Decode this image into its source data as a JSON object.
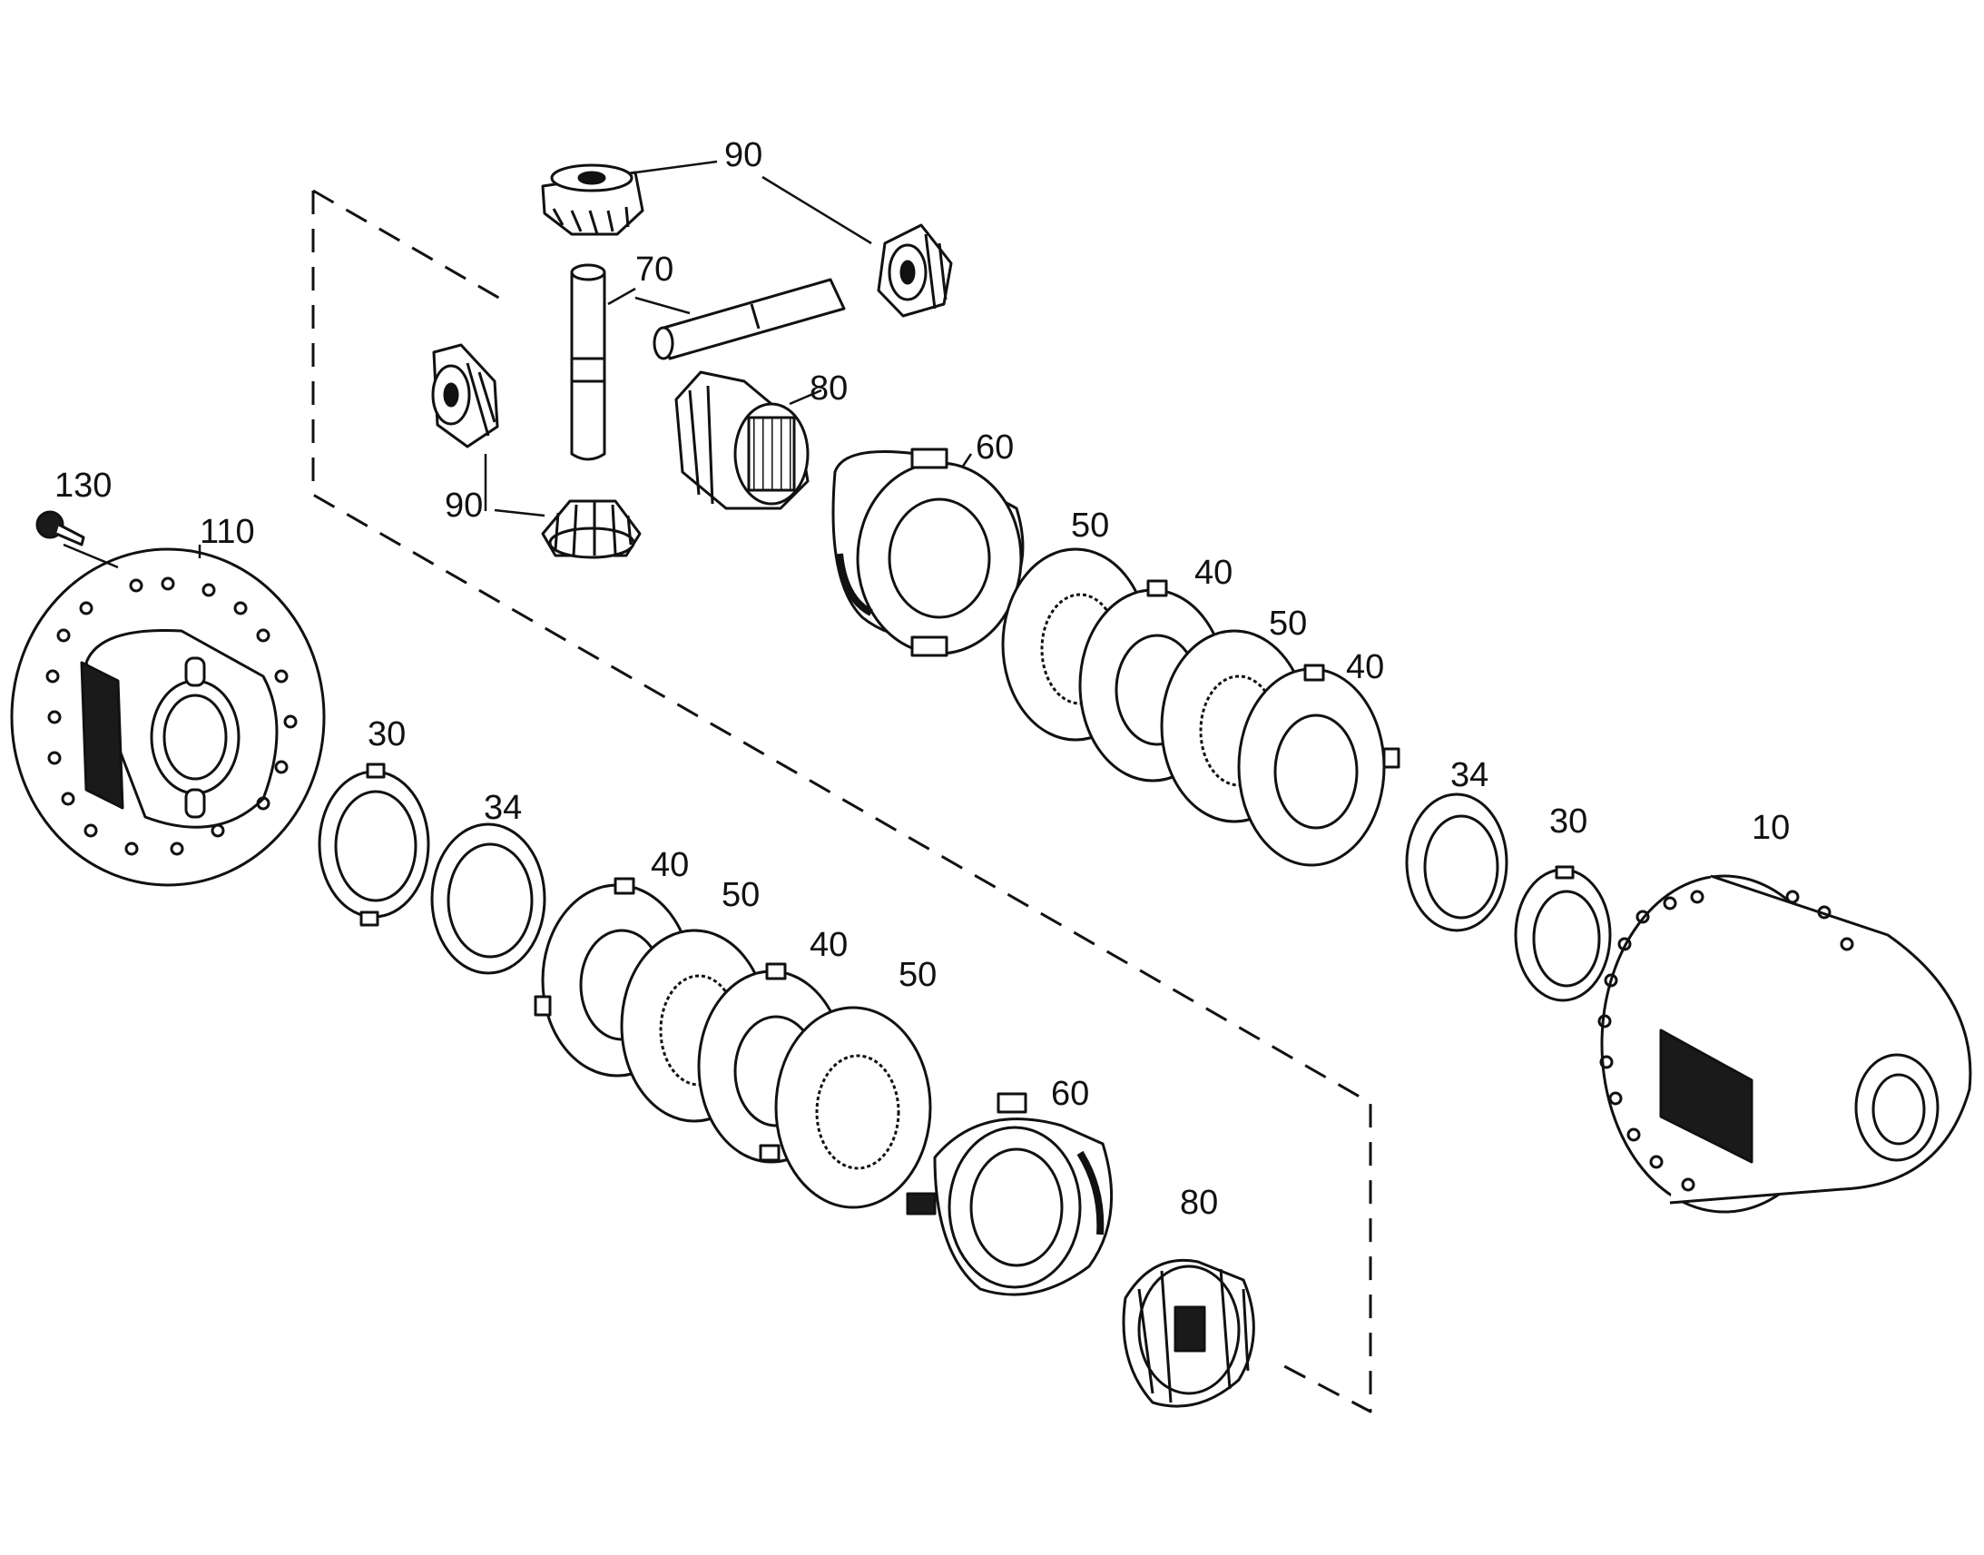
{
  "colors": {
    "ink": "#111111",
    "paper": "#ffffff",
    "shade": "#1a1a1a"
  },
  "callouts": {
    "c90_top": "90",
    "c70": "70",
    "c80_top": "80",
    "c60_top": "60",
    "c90_left": "90",
    "c130": "130",
    "c110": "110",
    "c50_a": "50",
    "c40_a": "40",
    "c50_b": "50",
    "c40_b": "40",
    "c34_right": "34",
    "c30_right": "30",
    "c10": "10",
    "c30_left": "30",
    "c34_left": "34",
    "c40_c": "40",
    "c50_c": "50",
    "c40_d": "40",
    "c50_d": "50",
    "c60_bottom": "60",
    "c80_bottom": "80"
  }
}
